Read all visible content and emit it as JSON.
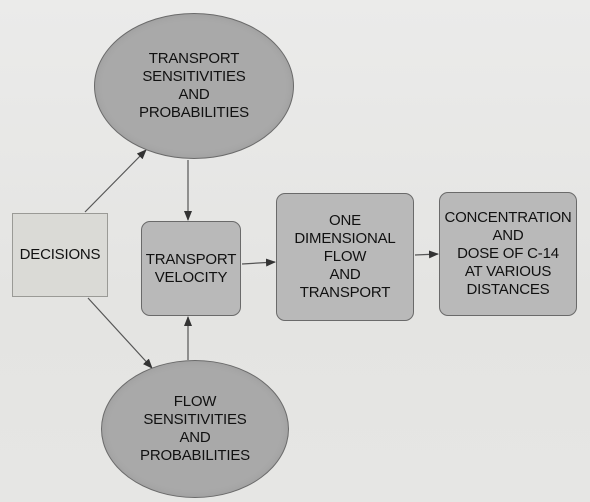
{
  "nodes": {
    "transport_sensitivities": "TRANSPORT\nSENSITIVITIES\nAND\nPROBABILITIES",
    "flow_sensitivities": "FLOW\nSENSITIVITIES\nAND\nPROBABILITIES",
    "decisions": "DECISIONS",
    "transport_velocity": "TRANSPORT\nVELOCITY",
    "one_dimensional_flow": "ONE DIMENSIONAL\nFLOW\nAND\nTRANSPORT",
    "concentration": "CONCENTRATION\nAND\nDOSE OF C-14\nAT VARIOUS\nDISTANCES"
  },
  "colors": {
    "ellipse_fill": "#a9a9a9",
    "box_fill": "#b9b9b9",
    "decisions_fill": "#dadad6",
    "line": "#333333"
  }
}
